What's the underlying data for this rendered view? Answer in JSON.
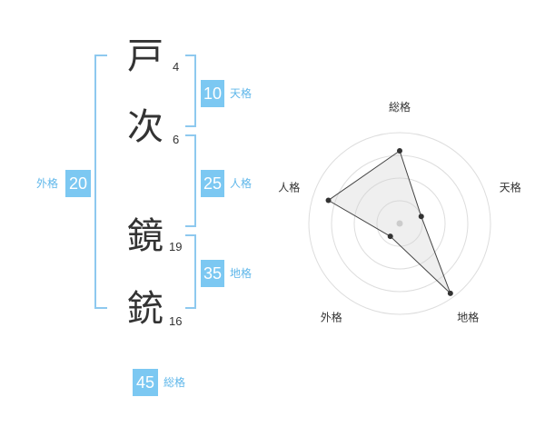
{
  "name": {
    "characters": [
      {
        "char": "戸",
        "strokes": "4"
      },
      {
        "char": "次",
        "strokes": "6"
      },
      {
        "char": "鏡",
        "strokes": "19"
      },
      {
        "char": "銃",
        "strokes": "16"
      }
    ]
  },
  "kakusu": {
    "tenkaku": {
      "value": "10",
      "label": "天格"
    },
    "jinkaku": {
      "value": "25",
      "label": "人格"
    },
    "chikaku": {
      "value": "35",
      "label": "地格"
    },
    "gaikaku": {
      "value": "20",
      "label": "外格"
    },
    "soukaku": {
      "value": "45",
      "label": "総格"
    }
  },
  "colors": {
    "accent": "#7cc8f2",
    "bracket": "#8ec9ef",
    "label": "#5fb7ea",
    "text": "#333333"
  },
  "chart_data": {
    "type": "radar",
    "axes": [
      "総格",
      "天格",
      "地格",
      "外格",
      "人格"
    ],
    "values": [
      3.2,
      1.0,
      3.8,
      0.7,
      3.3
    ],
    "max": 4,
    "rings": 4,
    "grid": true
  }
}
